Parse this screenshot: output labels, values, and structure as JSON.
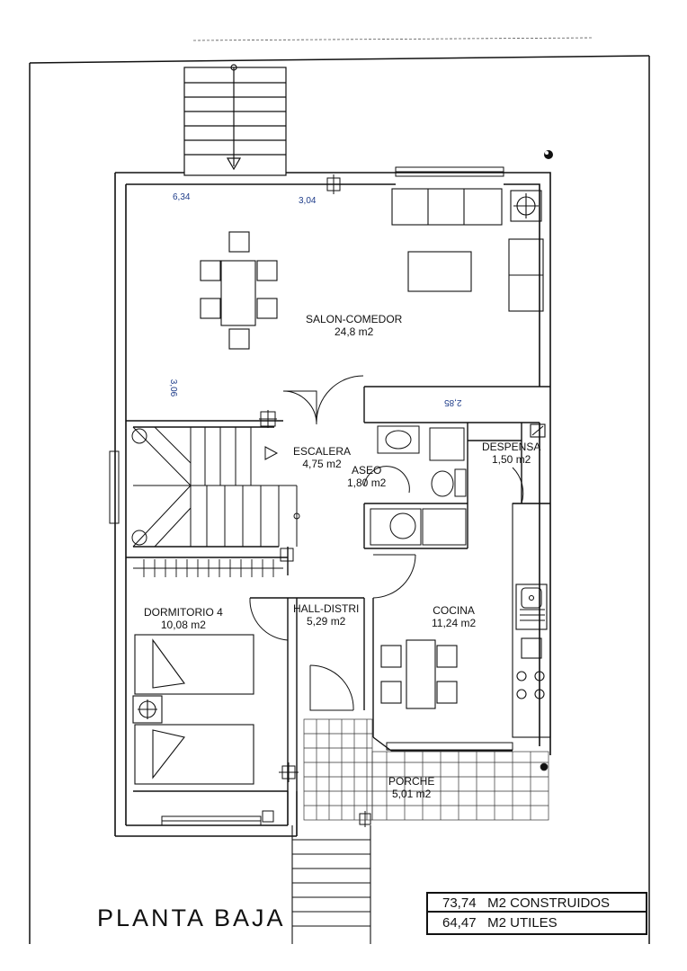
{
  "plan_title": "PLANTA BAJA",
  "rooms": [
    {
      "key": "salon",
      "name": "SALON-COMEDOR",
      "area": "24,8  m2"
    },
    {
      "key": "escalera",
      "name": "ESCALERA",
      "area": "4,75 m2"
    },
    {
      "key": "aseo",
      "name": "ASEO",
      "area": "1,80 m2"
    },
    {
      "key": "despensa",
      "name": "DESPENSA",
      "area": "1,50 m2"
    },
    {
      "key": "dormitorio",
      "name": "DORMITORIO 4",
      "area": "10,08 m2"
    },
    {
      "key": "hall",
      "name": "HALL-DISTRI",
      "area": "5,29 m2"
    },
    {
      "key": "cocina",
      "name": "COCINA",
      "area": "11,24 m2"
    },
    {
      "key": "porche",
      "name": "PORCHE",
      "area": "5,01 m2"
    }
  ],
  "summary": {
    "built_value": "73,74",
    "built_label": "M2 CONSTRUIDOS",
    "useful_value": "64,47",
    "useful_label": "M2 UTILES"
  },
  "handwritten_notes": [
    "6,34",
    "3,04",
    "3,06",
    "2,85"
  ],
  "colors": {
    "ink": "#111111",
    "pen": "#1f3d8a",
    "tile": "#333333"
  }
}
